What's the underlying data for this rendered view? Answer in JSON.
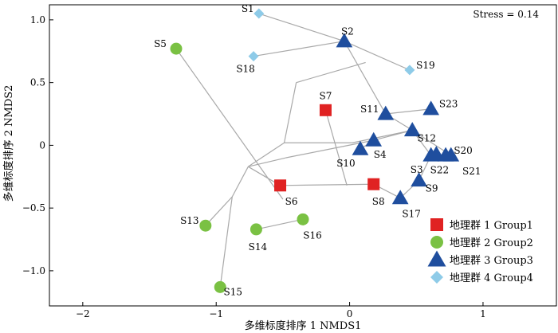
{
  "chart_data": {
    "type": "scatter",
    "xlabel": "多维标度排序 1 NMDS1",
    "ylabel": "多维标度排序 2 NMDS2",
    "xlim": [
      -2.25,
      1.55
    ],
    "ylim": [
      -1.28,
      1.12
    ],
    "xticks": [
      -2,
      -1,
      0,
      1
    ],
    "yticks": [
      -1.0,
      -0.5,
      0,
      0.5,
      1.0
    ],
    "xtick_labels": [
      "−2",
      "−1",
      "0",
      "1"
    ],
    "ytick_labels": [
      "−1.0",
      "−0.5",
      "0",
      "0.5",
      "1.0"
    ],
    "annotation": "Stress = 0.14",
    "legend_position": "bottom-right",
    "grid": false,
    "series": [
      {
        "name": "地理群 1 Group1",
        "marker": "square",
        "color": "#e02222",
        "points": [
          {
            "label": "S7",
            "x": -0.18,
            "y": 0.28
          },
          {
            "label": "S6",
            "x": -0.52,
            "y": -0.32
          },
          {
            "label": "S8",
            "x": 0.18,
            "y": -0.31
          }
        ]
      },
      {
        "name": "地理群 2 Group2",
        "marker": "circle",
        "color": "#7ac143",
        "points": [
          {
            "label": "S5",
            "x": -1.3,
            "y": 0.77
          },
          {
            "label": "S13",
            "x": -1.08,
            "y": -0.64
          },
          {
            "label": "S14",
            "x": -0.7,
            "y": -0.67
          },
          {
            "label": "S16",
            "x": -0.35,
            "y": -0.59
          },
          {
            "label": "S15",
            "x": -0.97,
            "y": -1.13
          }
        ]
      },
      {
        "name": "地理群 3 Group3",
        "marker": "triangle",
        "color": "#1f4e9e",
        "points": [
          {
            "label": "S2",
            "x": -0.04,
            "y": 0.83
          },
          {
            "label": "S11",
            "x": 0.27,
            "y": 0.25
          },
          {
            "label": "S23",
            "x": 0.61,
            "y": 0.29
          },
          {
            "label": "S12",
            "x": 0.47,
            "y": 0.12
          },
          {
            "label": "S4",
            "x": 0.18,
            "y": 0.04
          },
          {
            "label": "S10",
            "x": 0.08,
            "y": -0.03
          },
          {
            "label": "S3",
            "x": 0.61,
            "y": -0.08
          },
          {
            "label": "S22",
            "x": 0.65,
            "y": -0.07
          },
          {
            "label": "S20",
            "x": 0.72,
            "y": -0.08
          },
          {
            "label": "S21",
            "x": 0.76,
            "y": -0.08
          },
          {
            "label": "S9",
            "x": 0.52,
            "y": -0.28
          },
          {
            "label": "S17",
            "x": 0.38,
            "y": -0.42
          }
        ]
      },
      {
        "name": "地理群 4 Group4",
        "marker": "diamond",
        "color": "#8ecbe8",
        "points": [
          {
            "label": "S1",
            "x": -0.68,
            "y": 1.05
          },
          {
            "label": "S18",
            "x": -0.72,
            "y": 0.71
          },
          {
            "label": "S19",
            "x": 0.45,
            "y": 0.6
          }
        ]
      }
    ]
  }
}
